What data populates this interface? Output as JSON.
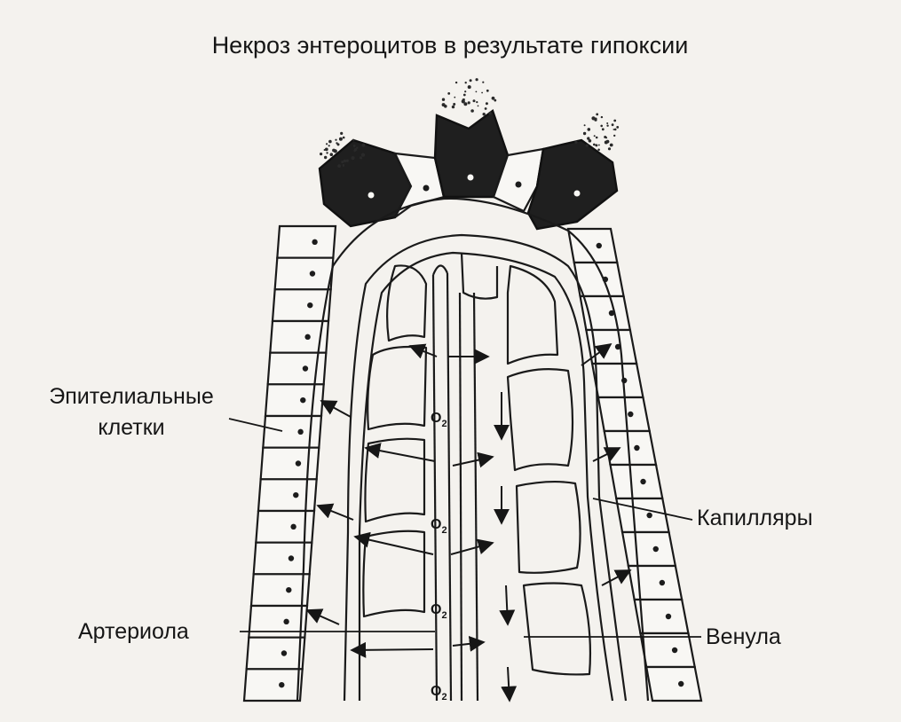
{
  "title": "Некроз энтероцитов в результате гипоксии",
  "labels": {
    "epithelial_line1": "Эпителиальные",
    "epithelial_line2": "клетки",
    "capillaries": "Капилляры",
    "arteriole": "Артериола",
    "venule": "Венула",
    "o2": "O",
    "o2_sub": "2"
  },
  "colors": {
    "background": "#f4f2ee",
    "ink": "#1a1a1a",
    "necrotic_cell": "#1f1f1f"
  }
}
